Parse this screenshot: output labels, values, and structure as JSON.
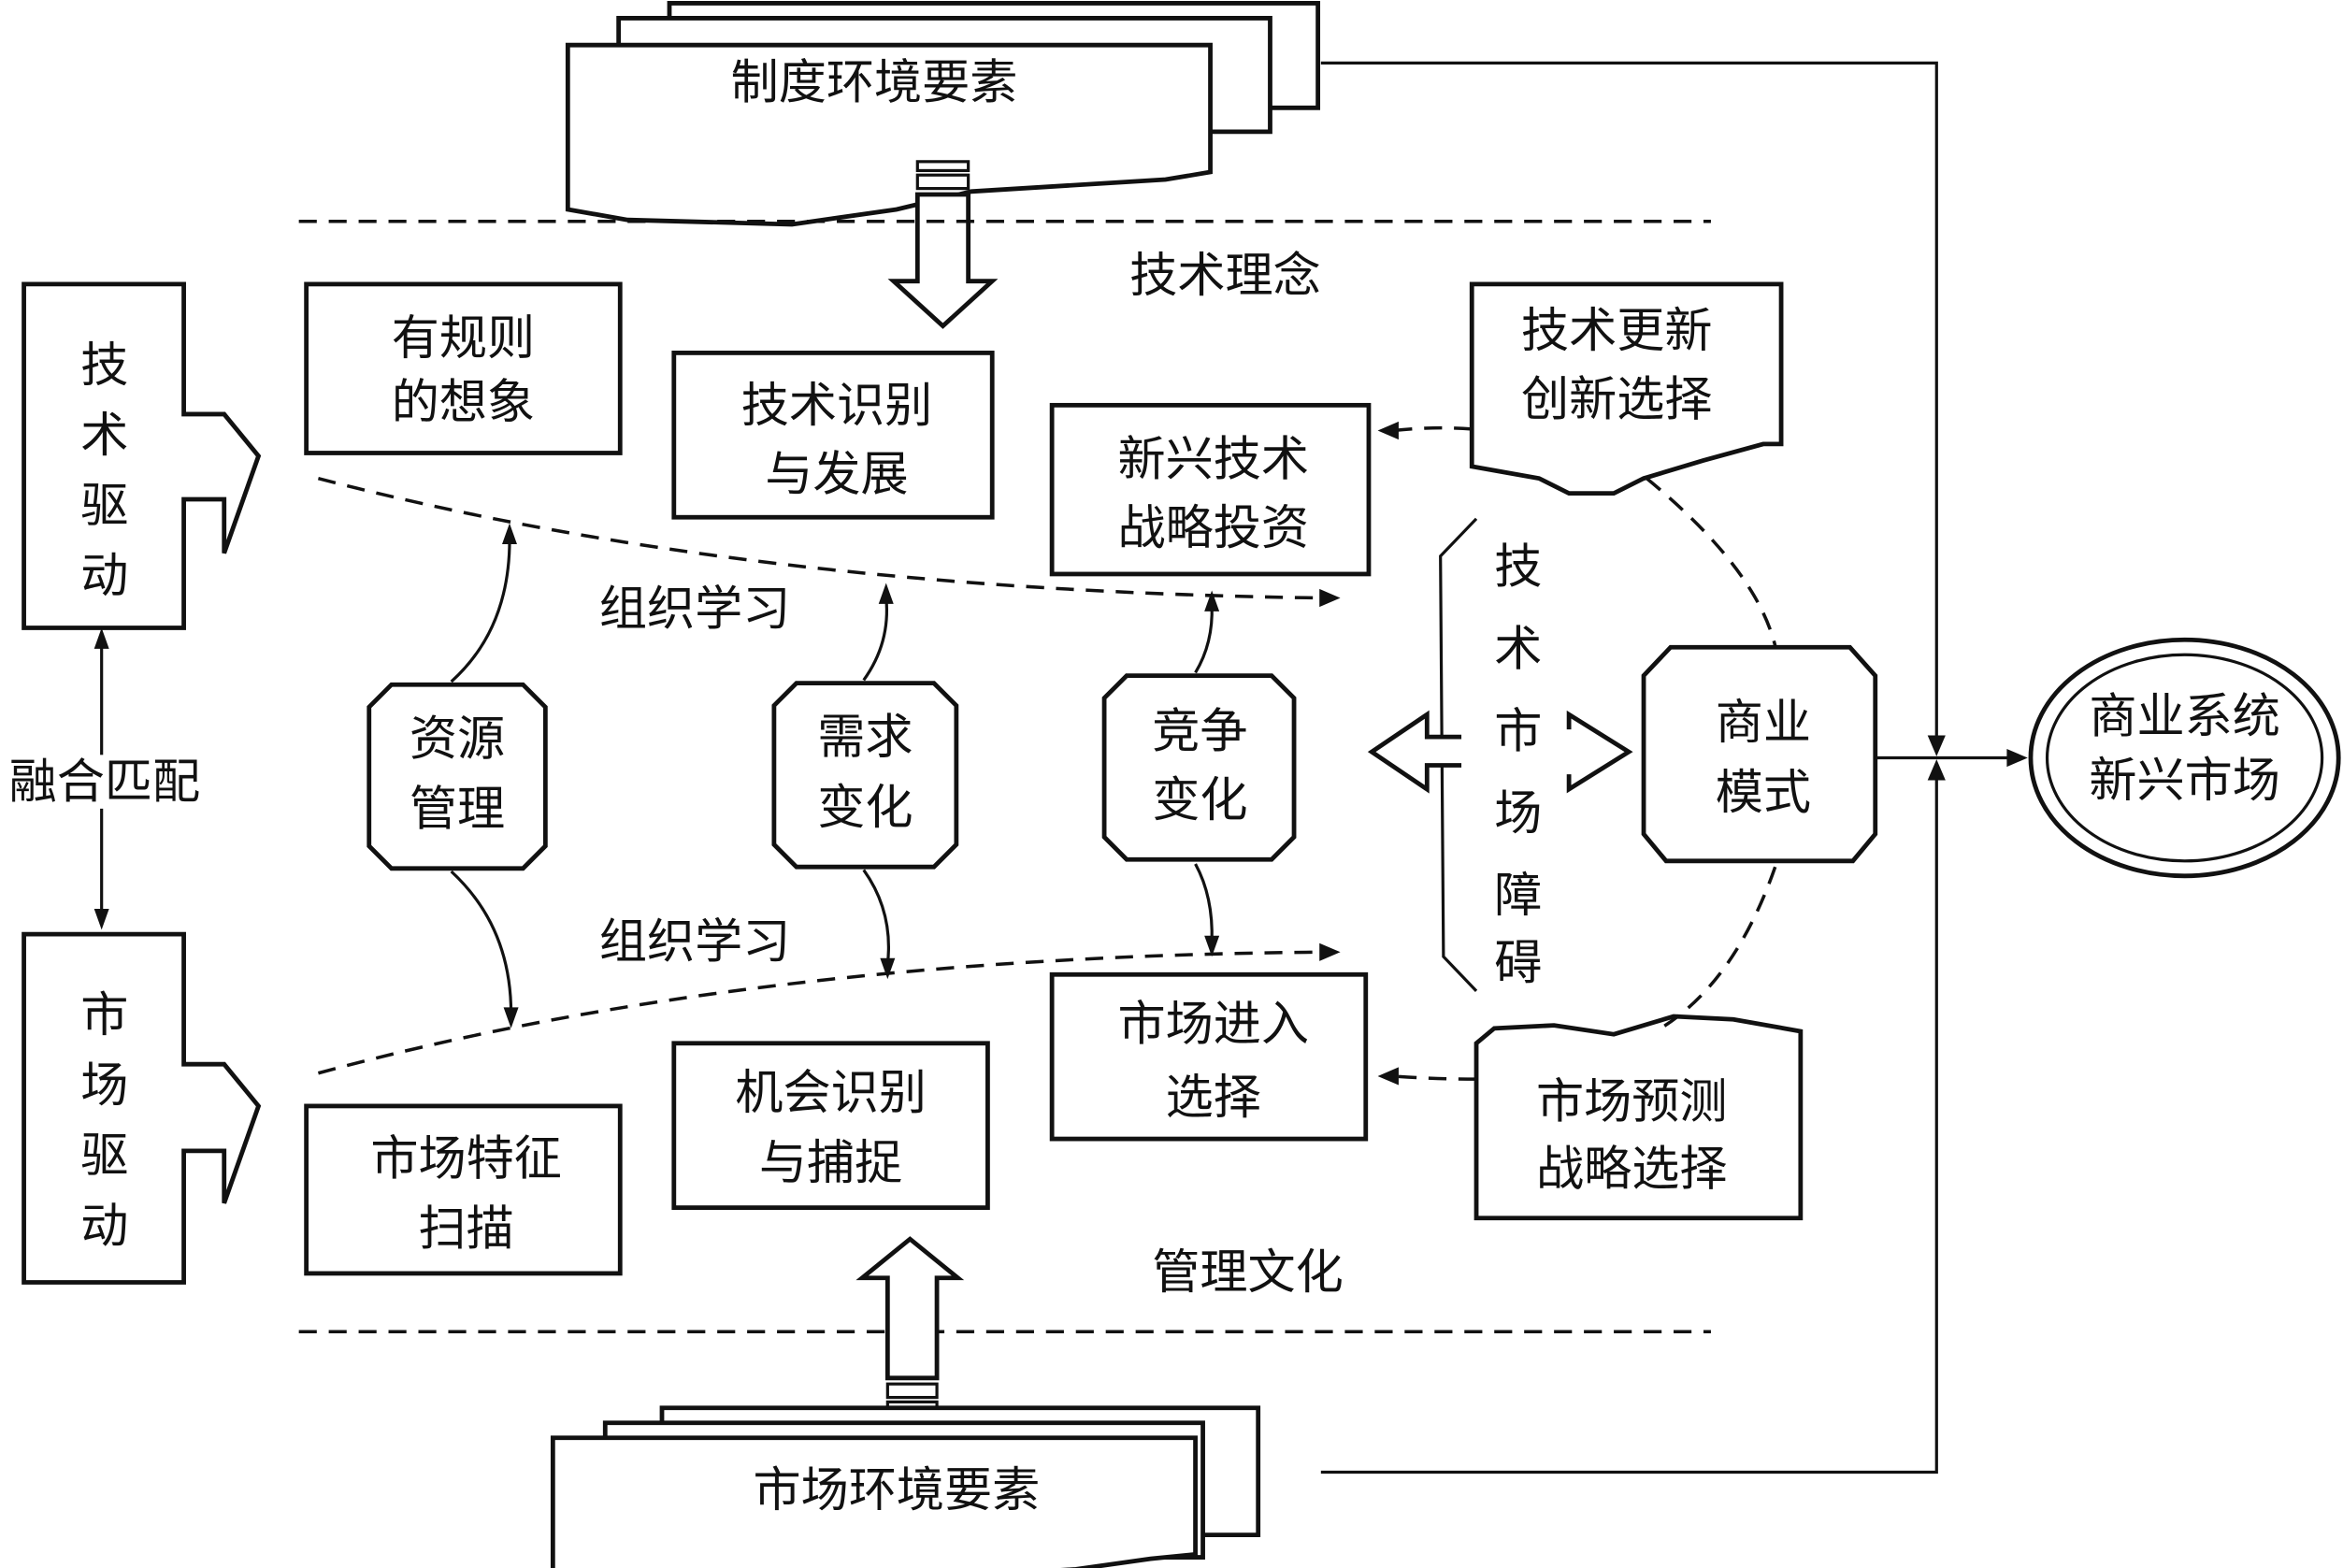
{
  "top_env": {
    "label": "制度环境要素"
  },
  "bottom_env": {
    "label": "市场环境要素"
  },
  "zone_labels": {
    "top": "技术理念",
    "bottom": "管理文化"
  },
  "drivers": {
    "tech": {
      "chars": [
        "技",
        "术",
        "驱",
        "动"
      ]
    },
    "market": {
      "chars": [
        "市",
        "场",
        "驱",
        "动"
      ]
    },
    "fusion": "融合匹配"
  },
  "boxes": {
    "rule_imagination": [
      "有规则",
      "的想象"
    ],
    "tech_identify": [
      "技术识别",
      "与发展"
    ],
    "emerging_tech": [
      "新兴技术",
      "战略投资"
    ],
    "tech_update": [
      "技术更新",
      "创新选择"
    ],
    "market_scan": [
      "市场特征",
      "扫描"
    ],
    "opportunity": [
      "机会识别",
      "与捕捉"
    ],
    "market_entry": [
      "市场进入",
      "选择"
    ],
    "market_forecast": [
      "市场预测",
      "战略选择"
    ]
  },
  "octagons": {
    "resource": [
      "资源",
      "管理"
    ],
    "demand": [
      "需求",
      "变化"
    ],
    "competition": [
      "竞争",
      "变化"
    ],
    "business_model": [
      "商业",
      "模式"
    ]
  },
  "learning_labels": {
    "upper": "组织学习",
    "lower": "组织学习"
  },
  "barrier": {
    "chars": [
      "技",
      "术",
      "市",
      "场",
      "障",
      "碍"
    ]
  },
  "target": [
    "商业系统",
    "新兴市场"
  ]
}
